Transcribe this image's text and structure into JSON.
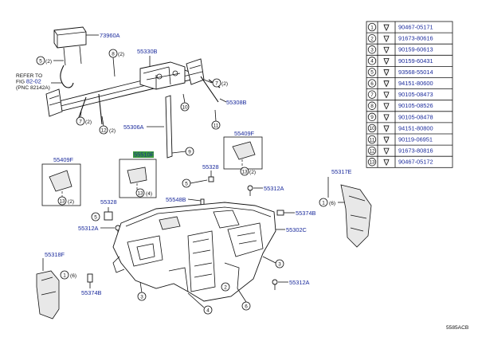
{
  "labels": {
    "p73960a": "73960A",
    "p55330b": "55330B",
    "p55308b": "55308B",
    "p55306a": "55306A",
    "p55409f_r": "55409F",
    "p55409f_l": "55409F",
    "p55510f": "55510F",
    "p55328_a": "55328",
    "p55328_b": "55328",
    "p55312a_a": "55312A",
    "p55312a_b": "55312A",
    "p55312a_c": "55312A",
    "p55548b": "55548B",
    "p55374b_a": "55374B",
    "p55374b_b": "55374B",
    "p55302c": "55302C",
    "p55317e": "55317E",
    "p55318f": "55318F"
  },
  "refer": {
    "line1": "REFER TO",
    "fig_prefix": "FIG",
    "fig_num": "82-02",
    "line3": "(PNC 82142A)"
  },
  "callouts": {
    "c5_top": "5",
    "c5_top_q": "(2)",
    "c8_top": "8",
    "c8_top_q": "(2)",
    "c7_a": "7",
    "c7_a_q": "(2)",
    "c7_b": "7",
    "c7_b_q": "(2)",
    "c12": "12",
    "c12_q": "(2)",
    "c10": "10",
    "c11": "11",
    "c9": "9",
    "c13_r": "13",
    "c13_r_q": "(2)",
    "c13_m": "13",
    "c13_m_q": "(4)",
    "c13_l": "13",
    "c13_l_q": "(2)",
    "c5_mid": "5",
    "c5_left": "5",
    "c1_right": "1",
    "c1_right_q": "(6)",
    "c1_left": "1",
    "c1_left_q": "(6)",
    "c2": "2",
    "c3": "3",
    "c3_b": "3",
    "c4": "4",
    "c6": "6"
  },
  "table": {
    "rows": [
      {
        "n": "1",
        "part": "90467-05171"
      },
      {
        "n": "2",
        "part": "91673-80616"
      },
      {
        "n": "3",
        "part": "90159-60613"
      },
      {
        "n": "4",
        "part": "90159-60431"
      },
      {
        "n": "5",
        "part": "93568-55014"
      },
      {
        "n": "6",
        "part": "94151-80600"
      },
      {
        "n": "7",
        "part": "90105-08473"
      },
      {
        "n": "8",
        "part": "90105-08526"
      },
      {
        "n": "9",
        "part": "90105-08478"
      },
      {
        "n": "10",
        "part": "94151-80800"
      },
      {
        "n": "11",
        "part": "90119-06951"
      },
      {
        "n": "12",
        "part": "91673-80816"
      },
      {
        "n": "13",
        "part": "90467-05172"
      }
    ]
  },
  "footer_code": "5585ACB",
  "colors": {
    "part_label": "#1a2a9c",
    "highlight": "#3a9a3a",
    "line": "#111111"
  }
}
